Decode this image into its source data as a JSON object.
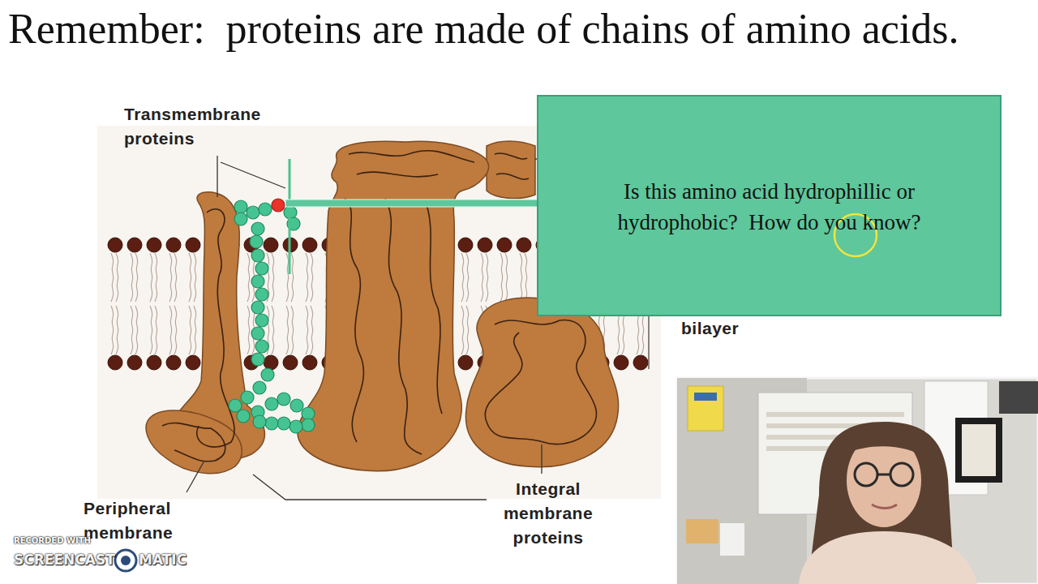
{
  "diagram": {
    "title": "Remember:  proteins are made of chains of amino acids.",
    "nodes": [
      {
        "text": [
          "Is this amino acid hydrophillic or hydrophobic?  How do you know?"
        ]
      }
    ],
    "labels": [
      "Transmembrane proteins",
      "Peripheral membrane",
      "Integral membrane proteins",
      "bilayer",
      "RECORDED WITH",
      "SCREENCAST",
      "MATIC"
    ]
  }
}
